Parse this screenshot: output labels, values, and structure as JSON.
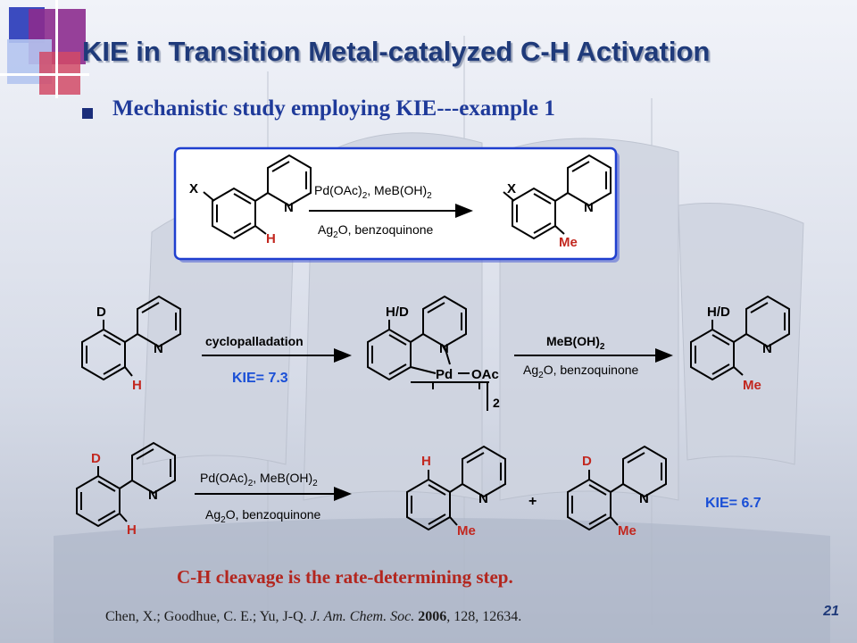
{
  "slide": {
    "title": "KIE in Transition Metal-catalyzed C-H Activation",
    "bullet": "Mechanistic study employing KIE---example 1",
    "conclusion": "C-H cleavage is the rate-determining step.",
    "citation": {
      "authors": "Chen, X.; Goodhue, C. E.; Yu, J-Q.",
      "journal": "J. Am. Chem. Soc.",
      "year": "2006",
      "rest": ", 128, 12634."
    },
    "page_number": "21"
  },
  "scheme1": {
    "reagents_top": "Pd(OAc)2, MeB(OH)2",
    "reagents_bottom": "Ag2O, benzoquinone",
    "substituent_x": "X",
    "atom_n": "N",
    "atom_h": "H",
    "group_me": "Me"
  },
  "scheme2": {
    "arrow1_label": "cyclopalladation",
    "kie_value": "KIE= 7.3",
    "arrow2_top": "MeB(OH)2",
    "arrow2_bottom": "Ag2O, benzoquinone",
    "label_d": "D",
    "label_hd": "H/D",
    "label_h": "H",
    "label_pd": "Pd",
    "label_oac": "OAc",
    "dimer_subscript": "2",
    "label_me": "Me",
    "atom_n": "N"
  },
  "scheme3": {
    "reagents_top": "Pd(OAc)2, MeB(OH)2",
    "reagents_bottom": "Ag2O, benzoquinone",
    "plus_sign": "+",
    "kie_value": "KIE= 6.7",
    "label_d": "D",
    "label_h": "H",
    "label_me": "Me",
    "atom_n": "N"
  },
  "colors": {
    "title": "#1f3a7a",
    "bullet_text": "#1f3a9a",
    "conclusion": "#b3261e",
    "kie_blue": "#1a4fd6",
    "label_red": "#c2271f",
    "box_border": "#1f3fcf"
  }
}
